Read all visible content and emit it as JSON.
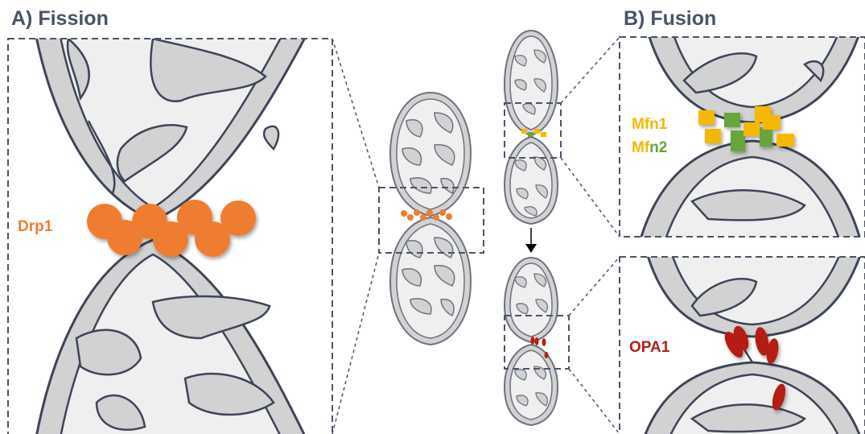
{
  "panels": {
    "fission": {
      "title": "A) Fission",
      "protein": "Drp1",
      "protein_color": "#ee7d33"
    },
    "fusion": {
      "title": "B) Fusion",
      "mfn_label_a": "Mfn1",
      "mfn_label_b_prefix": "Mf",
      "mfn_label_b_suffix": "n2",
      "mfn1_color": "#f5b800",
      "mfn2_color": "#6aa43c",
      "opa1_label": "OPA1",
      "opa1_color": "#b51e14"
    }
  },
  "colors": {
    "outline": "#3d4558",
    "membrane_fill": "#d2d2d2",
    "matrix_fill": "#efefef",
    "frame": "#4a5468"
  }
}
